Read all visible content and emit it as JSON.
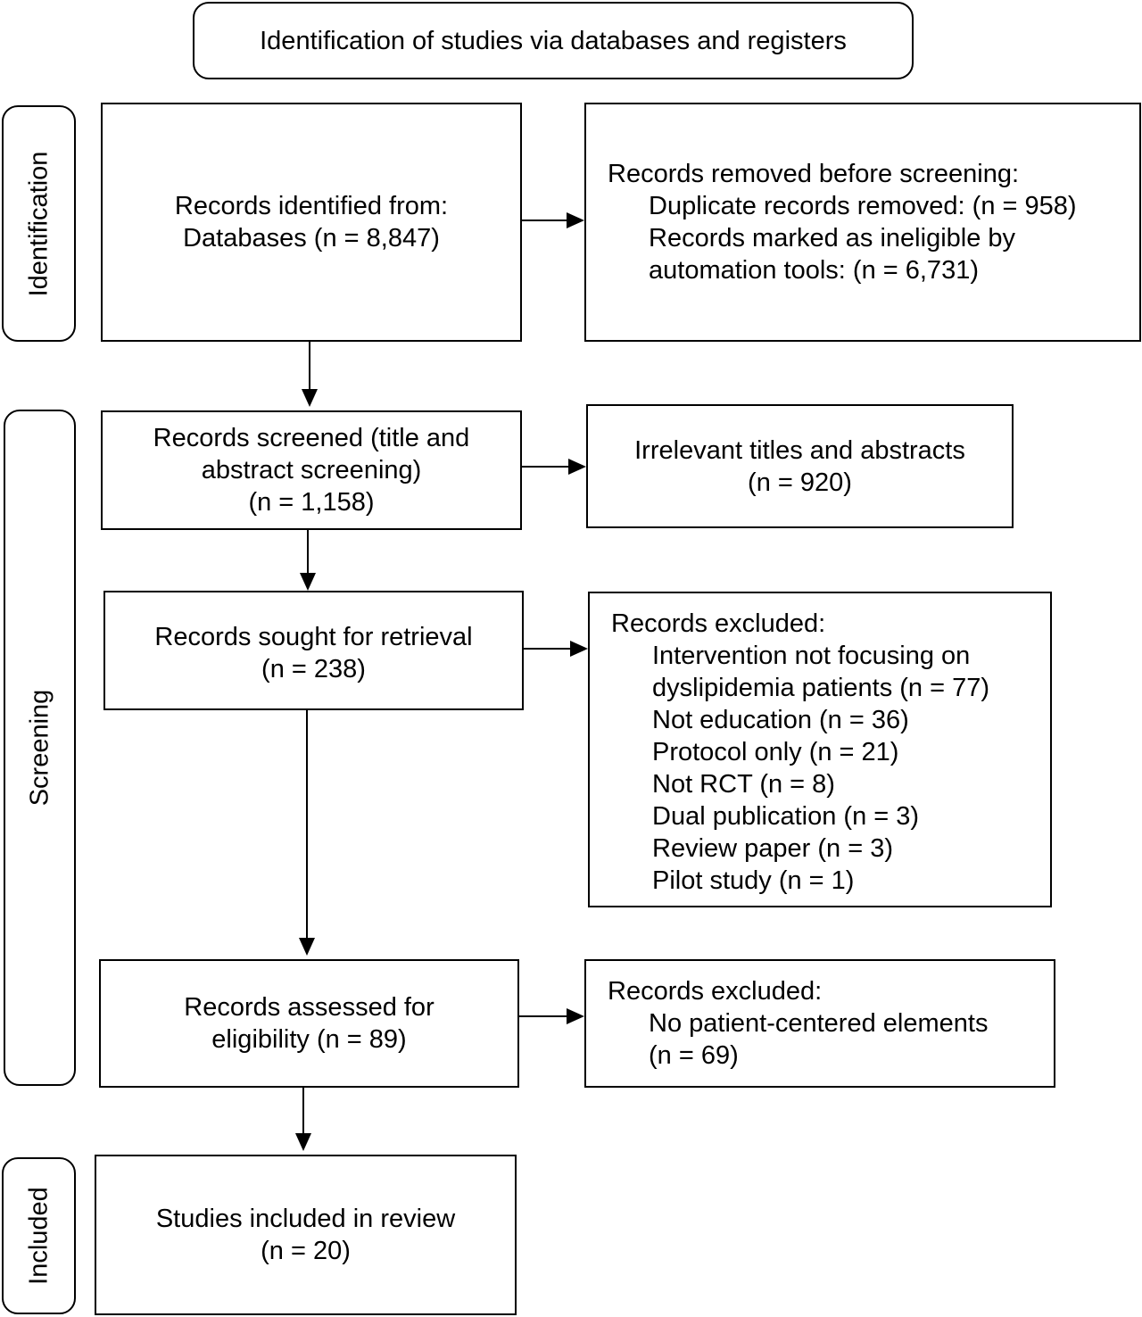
{
  "header": "Identification of studies via databases and registers",
  "phases": {
    "identification": "Identification",
    "screening": "Screening",
    "included": "Included"
  },
  "identified": {
    "line1": "Records identified from:",
    "line2": "Databases (n = 8,847)"
  },
  "removed": {
    "title": "Records removed before screening:",
    "line1": "Duplicate records removed: (n = 958)",
    "line2": "Records marked as ineligible by",
    "line3": "automation tools: (n = 6,731)"
  },
  "screened": {
    "line1": "Records screened (title and",
    "line2": "abstract screening)",
    "line3": "(n = 1,158)"
  },
  "irrelevant": {
    "line1": "Irrelevant titles and abstracts",
    "line2": "(n = 920)"
  },
  "sought": {
    "line1": "Records sought for retrieval",
    "line2": "(n = 238)"
  },
  "excluded1": {
    "title": "Records excluded:",
    "items": [
      "Intervention not focusing on",
      "dyslipidemia patients (n = 77)",
      "Not education (n = 36)",
      "Protocol only (n = 21)",
      "Not RCT (n = 8)",
      "Dual publication (n = 3)",
      "Review paper (n = 3)",
      "Pilot study (n = 1)"
    ]
  },
  "assessed": {
    "line1": "Records assessed for",
    "line2": "eligibility (n = 89)"
  },
  "excluded2": {
    "title": "Records excluded:",
    "line1": "No patient-centered elements",
    "line2": "(n = 69)"
  },
  "included": {
    "line1": "Studies included in review",
    "line2": "(n = 20)"
  }
}
